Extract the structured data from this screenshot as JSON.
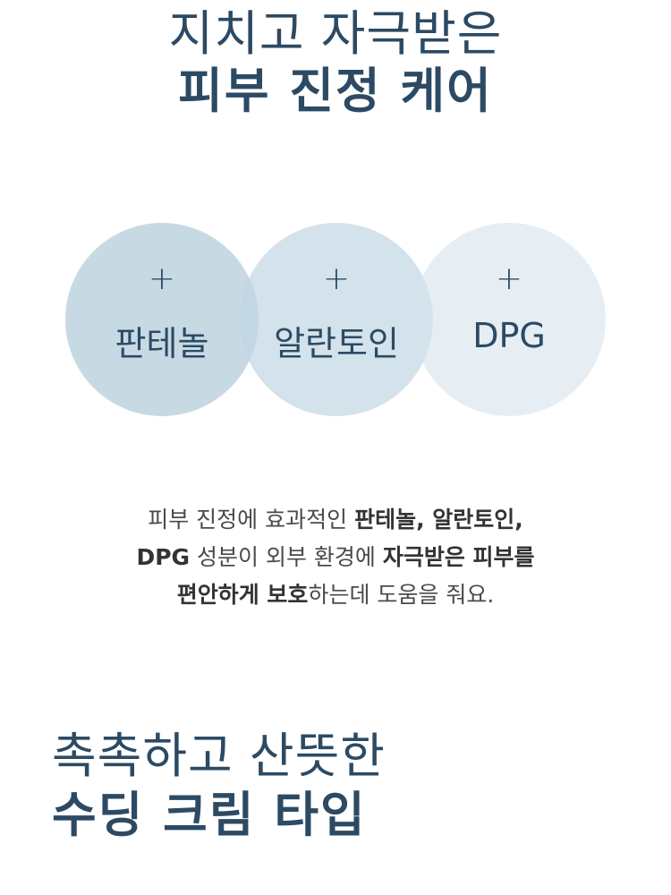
{
  "section1": {
    "title_line1": "지치고 자극받은",
    "title_line2": "피부 진정 케어"
  },
  "ingredients": [
    {
      "plus": "+",
      "name": "판테놀"
    },
    {
      "plus": "+",
      "name": "알란토인"
    },
    {
      "plus": "+",
      "name": "DPG"
    }
  ],
  "description": {
    "line1": [
      {
        "t": "피부 진정에 효과적인 ",
        "b": false
      },
      {
        "t": "판테놀, 알란토인,",
        "b": true
      }
    ],
    "line2": [
      {
        "t": "DPG",
        "b": true
      },
      {
        "t": " 성분이 외부 환경에 ",
        "b": false
      },
      {
        "t": "자극받은 피부를",
        "b": true
      }
    ],
    "line3": [
      {
        "t": "편안하게 보호",
        "b": true
      },
      {
        "t": "하는데 도움을 줘요.",
        "b": false
      }
    ]
  },
  "section2": {
    "title_line1": "촉촉하고 산뜻한",
    "title_line2": "수딩 크림 타입"
  },
  "colors": {
    "navy": "#2c4a63",
    "circle1": "#c7dbe4",
    "circle2": "#d3e2ea",
    "circle3": "#e6eff4"
  }
}
